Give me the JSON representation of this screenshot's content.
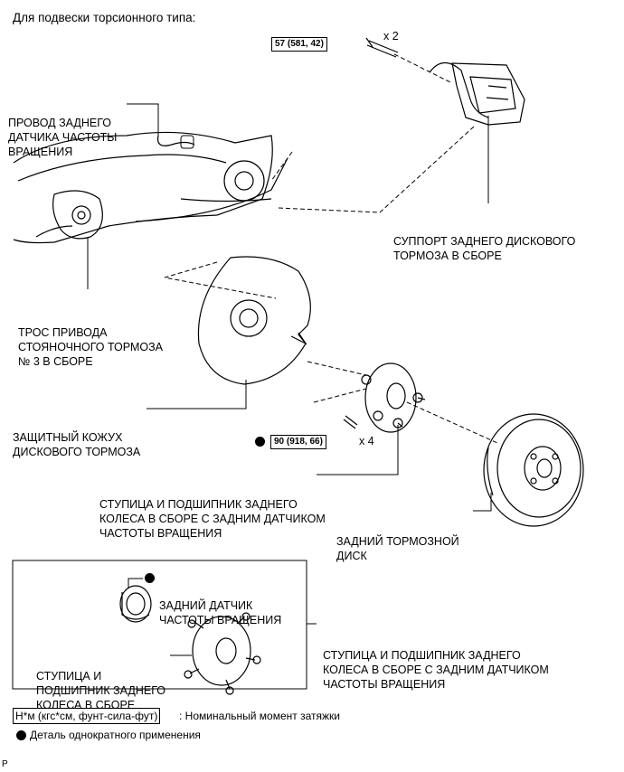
{
  "title": "Для подвески торсионного типа:",
  "torques": {
    "caliper_bolt": "57 (581, 42)",
    "hub_bolt": "90 (918, 66)"
  },
  "quantities": {
    "caliper_bolt": "x 2",
    "hub_bolt": "x 4"
  },
  "labels": {
    "sensor_wire": [
      "ПРОВОД ЗАДНЕГО",
      "ДАТЧИКА ЧАСТОТЫ",
      "ВРАЩЕНИЯ"
    ],
    "caliper": [
      "СУППОРТ ЗАДНЕГО ДИСКОВОГО",
      "ТОРМОЗА В СБОРЕ"
    ],
    "parking_cable": [
      "ТРОС ПРИВОДА",
      "СТОЯНОЧНОГО ТОРМОЗА",
      "№ 3 В СБОРЕ"
    ],
    "dust_cover": [
      "ЗАЩИТНЫЙ КОЖУХ",
      "ДИСКОВОГО ТОРМОЗА"
    ],
    "hub_assembly": [
      "СТУПИЦА И ПОДШИПНИК ЗАДНЕГО",
      "КОЛЕСА В СБОРЕ С ЗАДНИМ ДАТЧИКОМ",
      "ЧАСТОТЫ ВРАЩЕНИЯ"
    ],
    "disc": [
      "ЗАДНИЙ ТОРМОЗНОЙ",
      "ДИСК"
    ],
    "inset_sensor": [
      "ЗАДНИЙ ДАТЧИК",
      "ЧАСТОТЫ ВРАЩЕНИЯ"
    ],
    "inset_hub": [
      "СТУПИЦА И",
      "ПОДШИПНИК ЗАДНЕГО",
      "КОЛЕСА В СБОРЕ"
    ],
    "inset_assembly": [
      "СТУПИЦА И ПОДШИПНИК ЗАДНЕГО",
      "КОЛЕСА В СБОРЕ С ЗАДНИМ ДАТЧИКОМ",
      "ЧАСТОТЫ ВРАЩЕНИЯ"
    ]
  },
  "legend": {
    "unit_box": "Н*м (кгс*см, фунт-сила-фут)",
    "unit_text": ": Номинальный момент затяжки",
    "non_reusable": "Деталь однократного применения"
  },
  "corner_mark": "P"
}
